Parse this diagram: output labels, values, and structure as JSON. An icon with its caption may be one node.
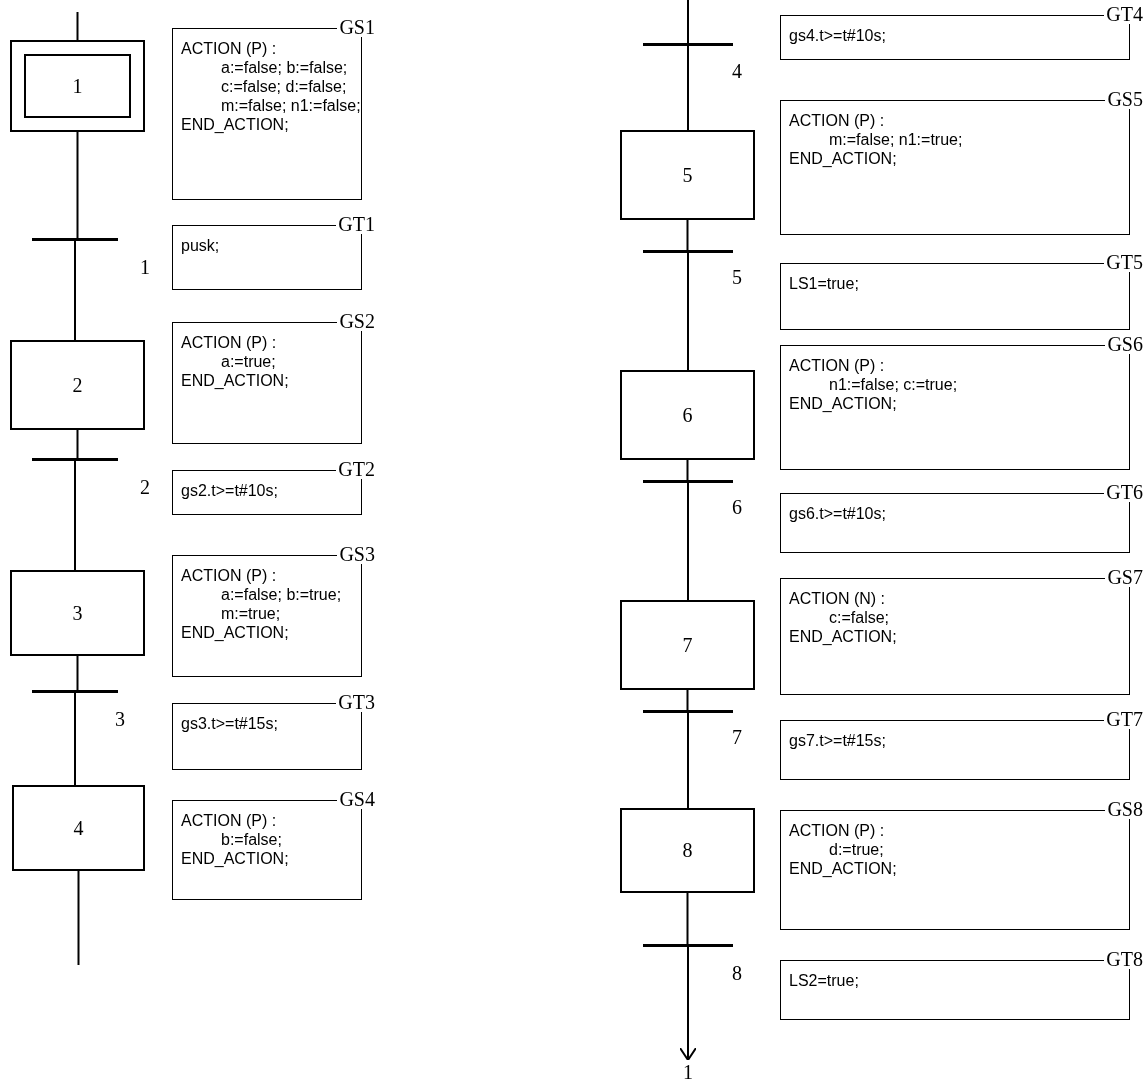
{
  "diagram": {
    "nodes": [
      {
        "text": [
          "1"
        ]
      },
      {
        "text": [
          "GS1",
          "ACTION (P) :",
          "a:=false; b:=false;",
          "c:=false; d:=false;",
          "m:=false; n1:=false;",
          "END_ACTION;"
        ]
      },
      {
        "text": [],
        "shape": "bar",
        "beside": [
          "1"
        ]
      },
      {
        "text": [
          "GT1",
          "pusk;"
        ]
      },
      {
        "text": [
          "2"
        ]
      },
      {
        "text": [
          "GS2",
          "ACTION (P) :",
          "a:=true;",
          "END_ACTION;"
        ]
      },
      {
        "text": [],
        "shape": "bar",
        "beside": [
          "2"
        ]
      },
      {
        "text": [
          "GT2",
          "gs2.t>=t#10s;"
        ]
      },
      {
        "text": [
          "3"
        ]
      },
      {
        "text": [
          "GS3",
          "ACTION (P) :",
          "a:=false; b:=true;",
          "m:=true;",
          "END_ACTION;"
        ]
      },
      {
        "text": [],
        "shape": "bar",
        "beside": [
          "3"
        ]
      },
      {
        "text": [
          "GT3",
          "gs3.t>=t#15s;"
        ]
      },
      {
        "text": [
          "4"
        ]
      },
      {
        "text": [
          "GS4",
          "ACTION (P) :",
          "b:=false;",
          "END_ACTION;"
        ]
      },
      {
        "text": [],
        "shape": "bar",
        "beside": [
          "4"
        ]
      },
      {
        "text": [
          "GT4",
          "gs4.t>=t#10s;"
        ]
      },
      {
        "text": [
          "5"
        ]
      },
      {
        "text": [
          "GS5",
          "ACTION (P) :",
          "m:=false; n1:=true;",
          "END_ACTION;"
        ]
      },
      {
        "text": [],
        "shape": "bar",
        "beside": [
          "5"
        ]
      },
      {
        "text": [
          "GT5",
          "LS1=true;"
        ]
      },
      {
        "text": [
          "6"
        ]
      },
      {
        "text": [
          "GS6",
          "ACTION (P) :",
          "n1:=false; c:=true;",
          "END_ACTION;"
        ]
      },
      {
        "text": [],
        "shape": "bar",
        "beside": [
          "6"
        ]
      },
      {
        "text": [
          "GT6",
          "gs6.t>=t#10s;"
        ]
      },
      {
        "text": [
          "7"
        ]
      },
      {
        "text": [
          "GS7",
          "ACTION (N) :",
          "c:=false;",
          "END_ACTION;"
        ]
      },
      {
        "text": [],
        "shape": "bar",
        "beside": [
          "7"
        ]
      },
      {
        "text": [
          "GT7",
          "gs7.t>=t#15s;"
        ]
      },
      {
        "text": [
          "8"
        ]
      },
      {
        "text": [
          "GS8",
          "ACTION (P) :",
          "d:=true;",
          "END_ACTION;"
        ]
      },
      {
        "text": [],
        "shape": "bar",
        "beside": [
          "8"
        ]
      },
      {
        "text": [
          "GT8",
          "LS2=true;"
        ]
      },
      {
        "text": [
          "1"
        ]
      }
    ],
    "edges": [
      {
        "from": null,
        "to": 0,
        "arrow": "none"
      },
      {
        "from": 0,
        "to": 2,
        "arrow": "none"
      },
      {
        "from": 2,
        "to": 4,
        "arrow": "none"
      },
      {
        "from": 4,
        "to": 6,
        "arrow": "none"
      },
      {
        "from": 6,
        "to": 8,
        "arrow": "none"
      },
      {
        "from": 8,
        "to": 10,
        "arrow": "none"
      },
      {
        "from": 10,
        "to": 12,
        "arrow": "none"
      },
      {
        "from": 12,
        "to": null,
        "arrow": "none"
      },
      {
        "from": null,
        "to": 14,
        "arrow": "none"
      },
      {
        "from": 14,
        "to": 16,
        "arrow": "none"
      },
      {
        "from": 16,
        "to": 18,
        "arrow": "none"
      },
      {
        "from": 18,
        "to": 20,
        "arrow": "none"
      },
      {
        "from": 20,
        "to": 22,
        "arrow": "none"
      },
      {
        "from": 22,
        "to": 24,
        "arrow": "none"
      },
      {
        "from": 24,
        "to": 26,
        "arrow": "none"
      },
      {
        "from": 26,
        "to": 28,
        "arrow": "none"
      },
      {
        "from": 28,
        "to": 30,
        "arrow": "none"
      },
      {
        "from": 30,
        "to": 32,
        "arrow": "to"
      }
    ]
  }
}
